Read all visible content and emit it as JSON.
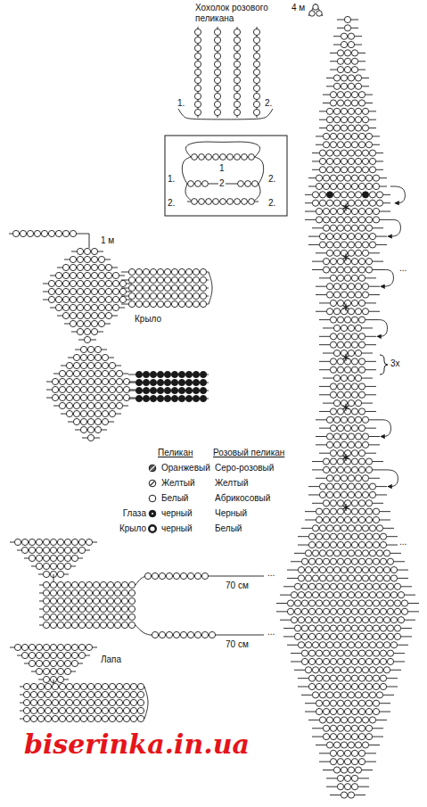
{
  "diagram": {
    "labels": [
      "Хохолок розового пеликана",
      "1.",
      "2.",
      "1",
      "1.",
      "2",
      "2.",
      "2.",
      "2.",
      "4 м",
      "1 м",
      "Крыло",
      "3x",
      "...",
      "...",
      "Пеликан",
      "Розовый пеликан",
      "Серо-розовый",
      "Желтый",
      "Абрикосовый",
      "Глаза",
      "Черный",
      "Крыло",
      "Белый",
      "...",
      "70 см",
      "...",
      "70 см",
      "Лапа",
      "biserinka.in.ua"
    ],
    "legend": [
      {
        "text": "Оранжевый"
      },
      {
        "text": "Желтый"
      },
      {
        "text": "Белый"
      },
      {
        "text": "черный"
      },
      {
        "text": "черный"
      }
    ]
  }
}
